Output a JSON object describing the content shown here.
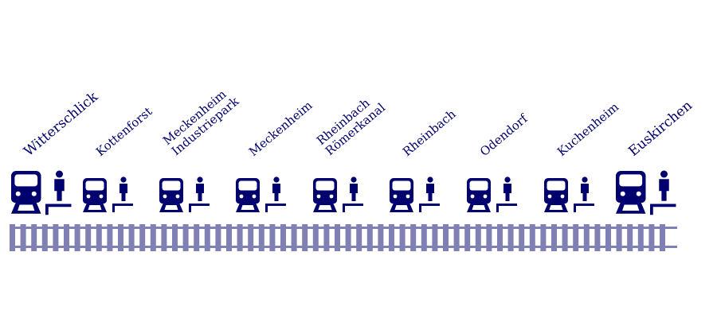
{
  "colors": {
    "primary": "#00006e",
    "track": "#8080b4",
    "background": "#ffffff"
  },
  "stations": [
    {
      "lines": [
        "Witterschlick"
      ],
      "terminus": true
    },
    {
      "lines": [
        "Kottenforst"
      ],
      "terminus": false
    },
    {
      "lines": [
        "Meckenheim",
        "Industriepark"
      ],
      "terminus": false
    },
    {
      "lines": [
        "Meckenheim"
      ],
      "terminus": false
    },
    {
      "lines": [
        "Rheinbach",
        "Römerkanal"
      ],
      "terminus": false
    },
    {
      "lines": [
        "Rheinbach"
      ],
      "terminus": false
    },
    {
      "lines": [
        "Odendorf"
      ],
      "terminus": false
    },
    {
      "lines": [
        "Kuchenheim"
      ],
      "terminus": false
    },
    {
      "lines": [
        "Euskirchen"
      ],
      "terminus": true
    }
  ],
  "icons": {
    "train": "train-icon",
    "platform": "passenger-platform-icon",
    "track": "railway-track-icon"
  }
}
